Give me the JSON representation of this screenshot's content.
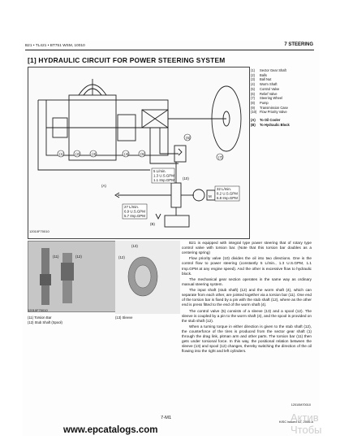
{
  "header": {
    "left": "B21 • TL421 • BT751 WSM, 10010",
    "right": "7 STEERING"
  },
  "section": {
    "title": "[1] HYDRAULIC CIRCUIT FOR POWER STEERING SYSTEM"
  },
  "diagram": {
    "code": "12010F70010",
    "callouts": [
      "(1)",
      "(2)",
      "(3)",
      "(4)",
      "(5)",
      "(6)",
      "(7)",
      "(10)",
      "(A)",
      "(B)"
    ],
    "flow_labels": {
      "f1": [
        "5 L/min.",
        "1.3 U.S.GPM",
        "1.1 Imp.GPM"
      ],
      "f2": [
        "32 L/min.",
        "8.2 U.S.GPM",
        "6.8 Imp.GPM"
      ],
      "f3": [
        "27 L/min.",
        "6.9 U.S.GPM",
        "5.7 Imp.GPM"
      ]
    },
    "m_label": "M"
  },
  "legend": {
    "items": [
      {
        "n": "(1)",
        "t": "Sector Gear Shaft"
      },
      {
        "n": "(2)",
        "t": "Balls"
      },
      {
        "n": "(3)",
        "t": "Ball Nut"
      },
      {
        "n": "(4)",
        "t": "Worm Shaft"
      },
      {
        "n": "(5)",
        "t": "Control Valve"
      },
      {
        "n": "(6)",
        "t": "Relief Valve"
      },
      {
        "n": "(7)",
        "t": "Steering Wheel"
      },
      {
        "n": "(8)",
        "t": "Pump"
      },
      {
        "n": "(9)",
        "t": "Transmission Case"
      },
      {
        "n": "(10)",
        "t": "Flow Priority Valve"
      }
    ],
    "extras": [
      {
        "n": "(A)",
        "t": "To Oil Cooler"
      },
      {
        "n": "(B)",
        "t": "To Hydraulic Block"
      }
    ]
  },
  "photo": {
    "code": "12010F70010",
    "callouts": [
      "(11)",
      "(12)",
      "(13)"
    ],
    "captions": [
      {
        "n": "(11)",
        "t": "Torsion Bar",
        "n2": "(13)",
        "t2": "Sleeve"
      },
      {
        "n": "(12)",
        "t": "Stub Shaft (Spool)",
        "n2": "",
        "t2": ""
      }
    ]
  },
  "body": {
    "paragraphs": [
      "B21 is equipped with integral type power steering that of rotary type control valve with torsion bar. (Note that this torsion bar doubles as a centering spring)",
      "Flow priority valve (10) divides the oil into two directions. One is the control flow to power steering (constantly 5 L/min., 1.3 U.S.GPM, 1.1 Imp.GPM at any engine speed). And the other is excessive flow to hydraulic block.",
      "The mechanical gear section operates in the same way as ordinary manual steering system.",
      "The input shaft (stub shaft) (12) and the worm shaft (4), which can separate from each other, are jointed together via a torsion bar (11). One end of the torsion bar is fixed by a pin with the stub shaft (12), where as the other end is press fitted to the end of the worm shaft (4).",
      "The control valve (5) consists of a sleeve (13) and a spool (12). The sleeve is coupled by a pin to the worm shaft (4), and the spool is provided on the stub shaft (12).",
      "When a turning torque in either direction is given to the stub shaft (12), the counterforce of the tires is produced from the sector gear shaft (1) through the drag link, pitman arm and other parts. The torsion bar (11) then gets under torsional force. In this way, the positional relation between the sleeve (13) and spool (12) changes, thereby switching the direction of the oil flowing into the right and left cylinders."
    ],
    "code": "12010M70010"
  },
  "footer": {
    "page": "7-M1",
    "right": "KiSC issued 02, 2006 A",
    "watermark": "www.epcatalogs.com",
    "aktiv_1": "Актив",
    "aktiv_2": "Чтобы"
  }
}
